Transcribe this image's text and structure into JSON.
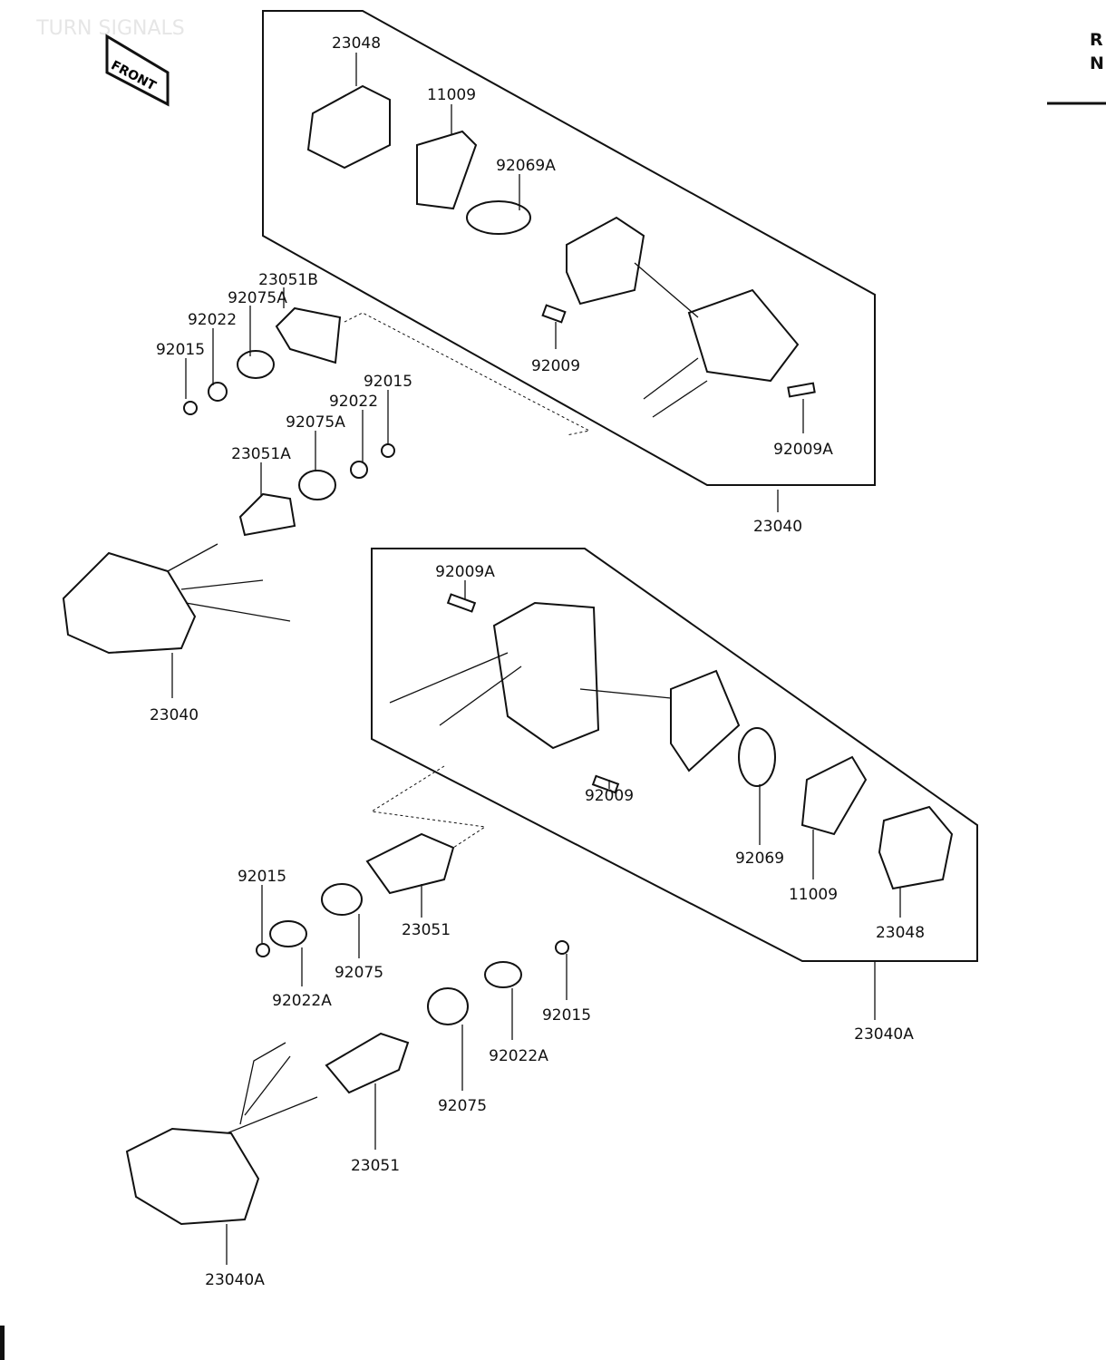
{
  "title": "TURN SIGNALS",
  "front_badge": "FRONT",
  "ref_header": [
    "R",
    "N"
  ],
  "labels": {
    "l1": "23048",
    "l2": "11009",
    "l3": "92069A",
    "l4": "23051B",
    "l5": "92075A",
    "l6": "92022",
    "l7": "92015",
    "l8": "92009",
    "l9": "92015",
    "l10": "92022",
    "l11": "92075A",
    "l12": "23051A",
    "l13": "92009A",
    "l14": "23040",
    "l15": "92009A",
    "l16": "23040",
    "l17": "92009",
    "l18": "92069",
    "l19": "11009",
    "l20": "92015",
    "l21": "23048",
    "l22": "23051",
    "l23": "92075",
    "l24": "92022A",
    "l25": "92015",
    "l26": "23040A",
    "l27": "92022A",
    "l28": "92075",
    "l29": "23051",
    "l30": "23040A"
  }
}
